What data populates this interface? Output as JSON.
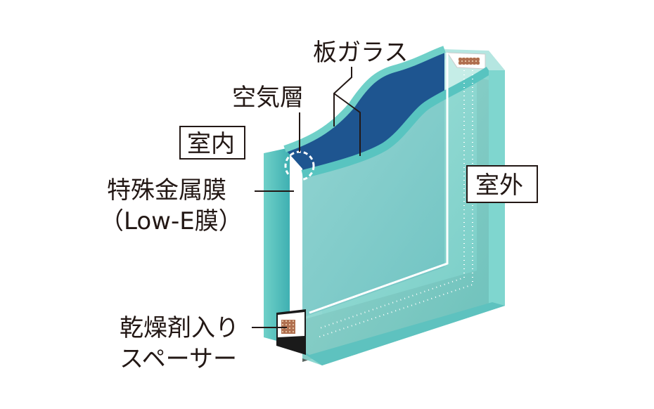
{
  "labels": {
    "glass_pane": "板ガラス",
    "air_layer": "空気層",
    "indoor": "室内",
    "outdoor": "室外",
    "metal_film_line1": "特殊金属膜",
    "metal_film_line2": "（Low-E膜）",
    "spacer_line1": "乾燥剤入り",
    "spacer_line2": "スペーサー"
  },
  "colors": {
    "glass_face": "#8ed8d2",
    "glass_edge": "#4fc0c0",
    "coating": "#1e5590",
    "spacer": "#1a1a1a",
    "desiccant": "#a06040",
    "frame_dark": "#5a6662"
  }
}
